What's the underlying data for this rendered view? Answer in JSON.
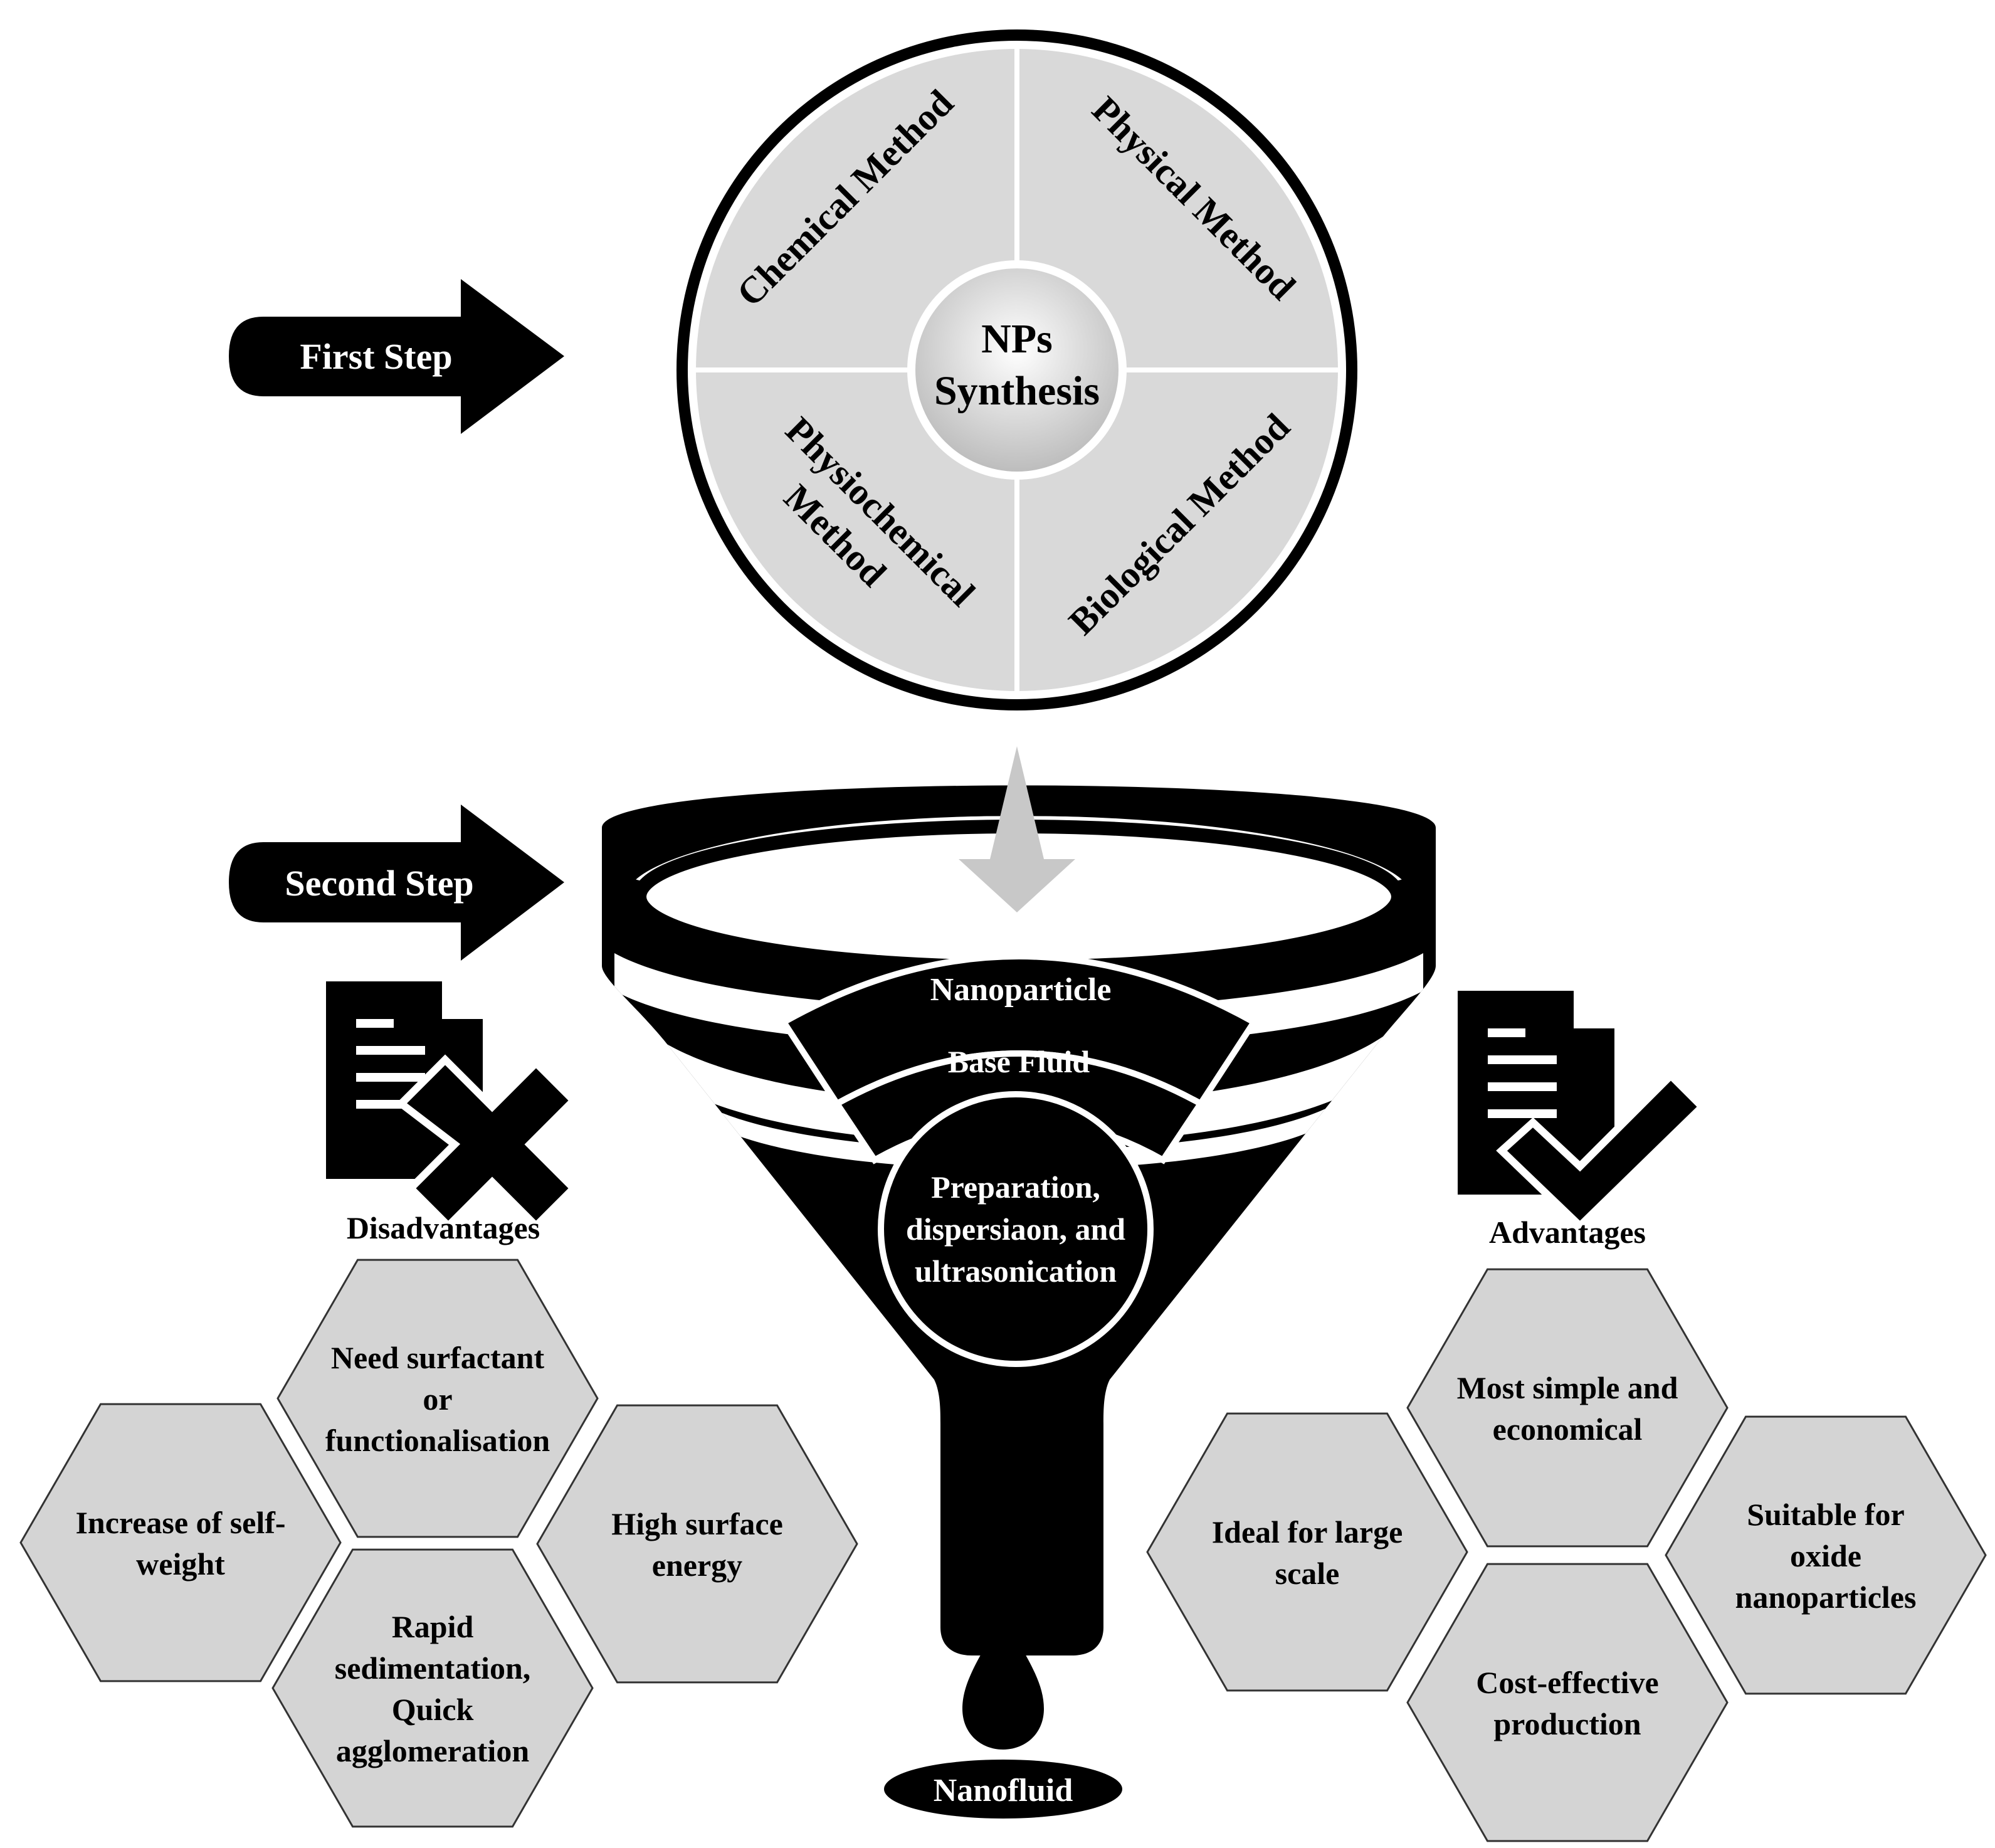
{
  "steps": {
    "first": "First Step",
    "second": "Second Step"
  },
  "synthesis": {
    "center_line1": "NPs",
    "center_line2": "Synthesis",
    "chemical": "Chemical Method",
    "physical": "Physical Method",
    "physiochemical_line1": "Physiochemical",
    "physiochemical_line2": "Method",
    "biological": "Biological Method"
  },
  "funnel": {
    "nanoparticle": "Nanoparticle",
    "base_fluid": "Base Fluid",
    "prep_line1": "Preparation,",
    "prep_line2": "dispersiaon, and",
    "prep_line3": "ultrasonication",
    "output": "Nanofluid"
  },
  "disadvantages": {
    "title": "Disadvantages",
    "icon": "document-cross-icon",
    "items": [
      {
        "lines": [
          "Need surfactant",
          "or",
          "functionalisation"
        ]
      },
      {
        "lines": [
          "Increase of self-",
          "weight"
        ]
      },
      {
        "lines": [
          "High surface",
          "energy"
        ]
      },
      {
        "lines": [
          "Rapid",
          "sedimentation,",
          "Quick",
          "agglomeration"
        ]
      }
    ]
  },
  "advantages": {
    "title": "Advantages",
    "icon": "document-check-icon",
    "items": [
      {
        "lines": [
          "Most simple and",
          "economical"
        ]
      },
      {
        "lines": [
          "Ideal for large",
          "scale"
        ]
      },
      {
        "lines": [
          "Suitable for",
          "oxide",
          "nanoparticles"
        ]
      },
      {
        "lines": [
          "Cost-effective",
          "production"
        ]
      }
    ]
  },
  "colors": {
    "black": "#000000",
    "panel_gray": "#d9d9d9",
    "hex_gray": "#d4d4d4",
    "arrow_gray": "#c8c8c8",
    "white": "#ffffff"
  }
}
